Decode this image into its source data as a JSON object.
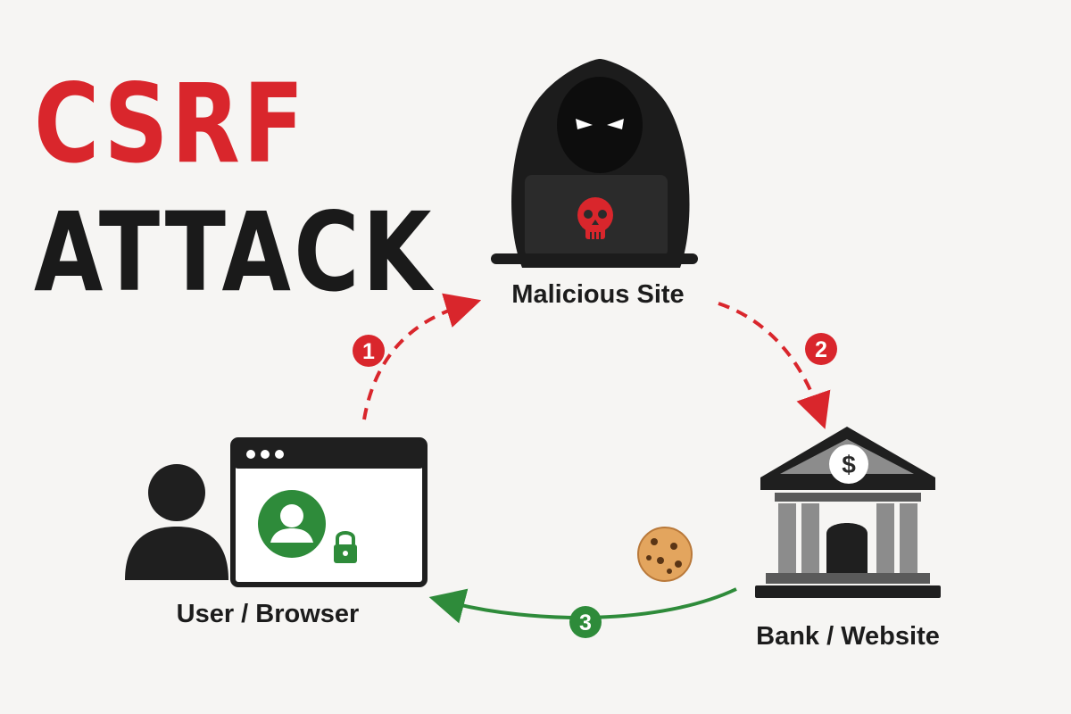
{
  "title": {
    "line1": "CSRF",
    "line2": "ATTACK",
    "line1_color": "#d9262c",
    "line2_color": "#1a1a1a"
  },
  "nodes": {
    "malicious": {
      "label": "Malicious Site",
      "icon": "hooded-hacker-icon"
    },
    "user": {
      "label": "User / Browser",
      "icon": "user-browser-icon"
    },
    "bank": {
      "label": "Bank / Website",
      "icon": "bank-building-icon",
      "symbol": "$"
    }
  },
  "steps": [
    {
      "number": "1",
      "color": "#d9262c",
      "style": "dashed"
    },
    {
      "number": "2",
      "color": "#d9262c",
      "style": "dashed"
    },
    {
      "number": "3",
      "color": "#2e8b3a",
      "style": "solid"
    }
  ],
  "extras": {
    "cookie_icon": "cookie-icon",
    "lock_icon": "lock-icon"
  },
  "colors": {
    "red": "#d9262c",
    "green": "#2e8b3a",
    "dark": "#1f1f1f",
    "gray": "#8c8c8c"
  }
}
